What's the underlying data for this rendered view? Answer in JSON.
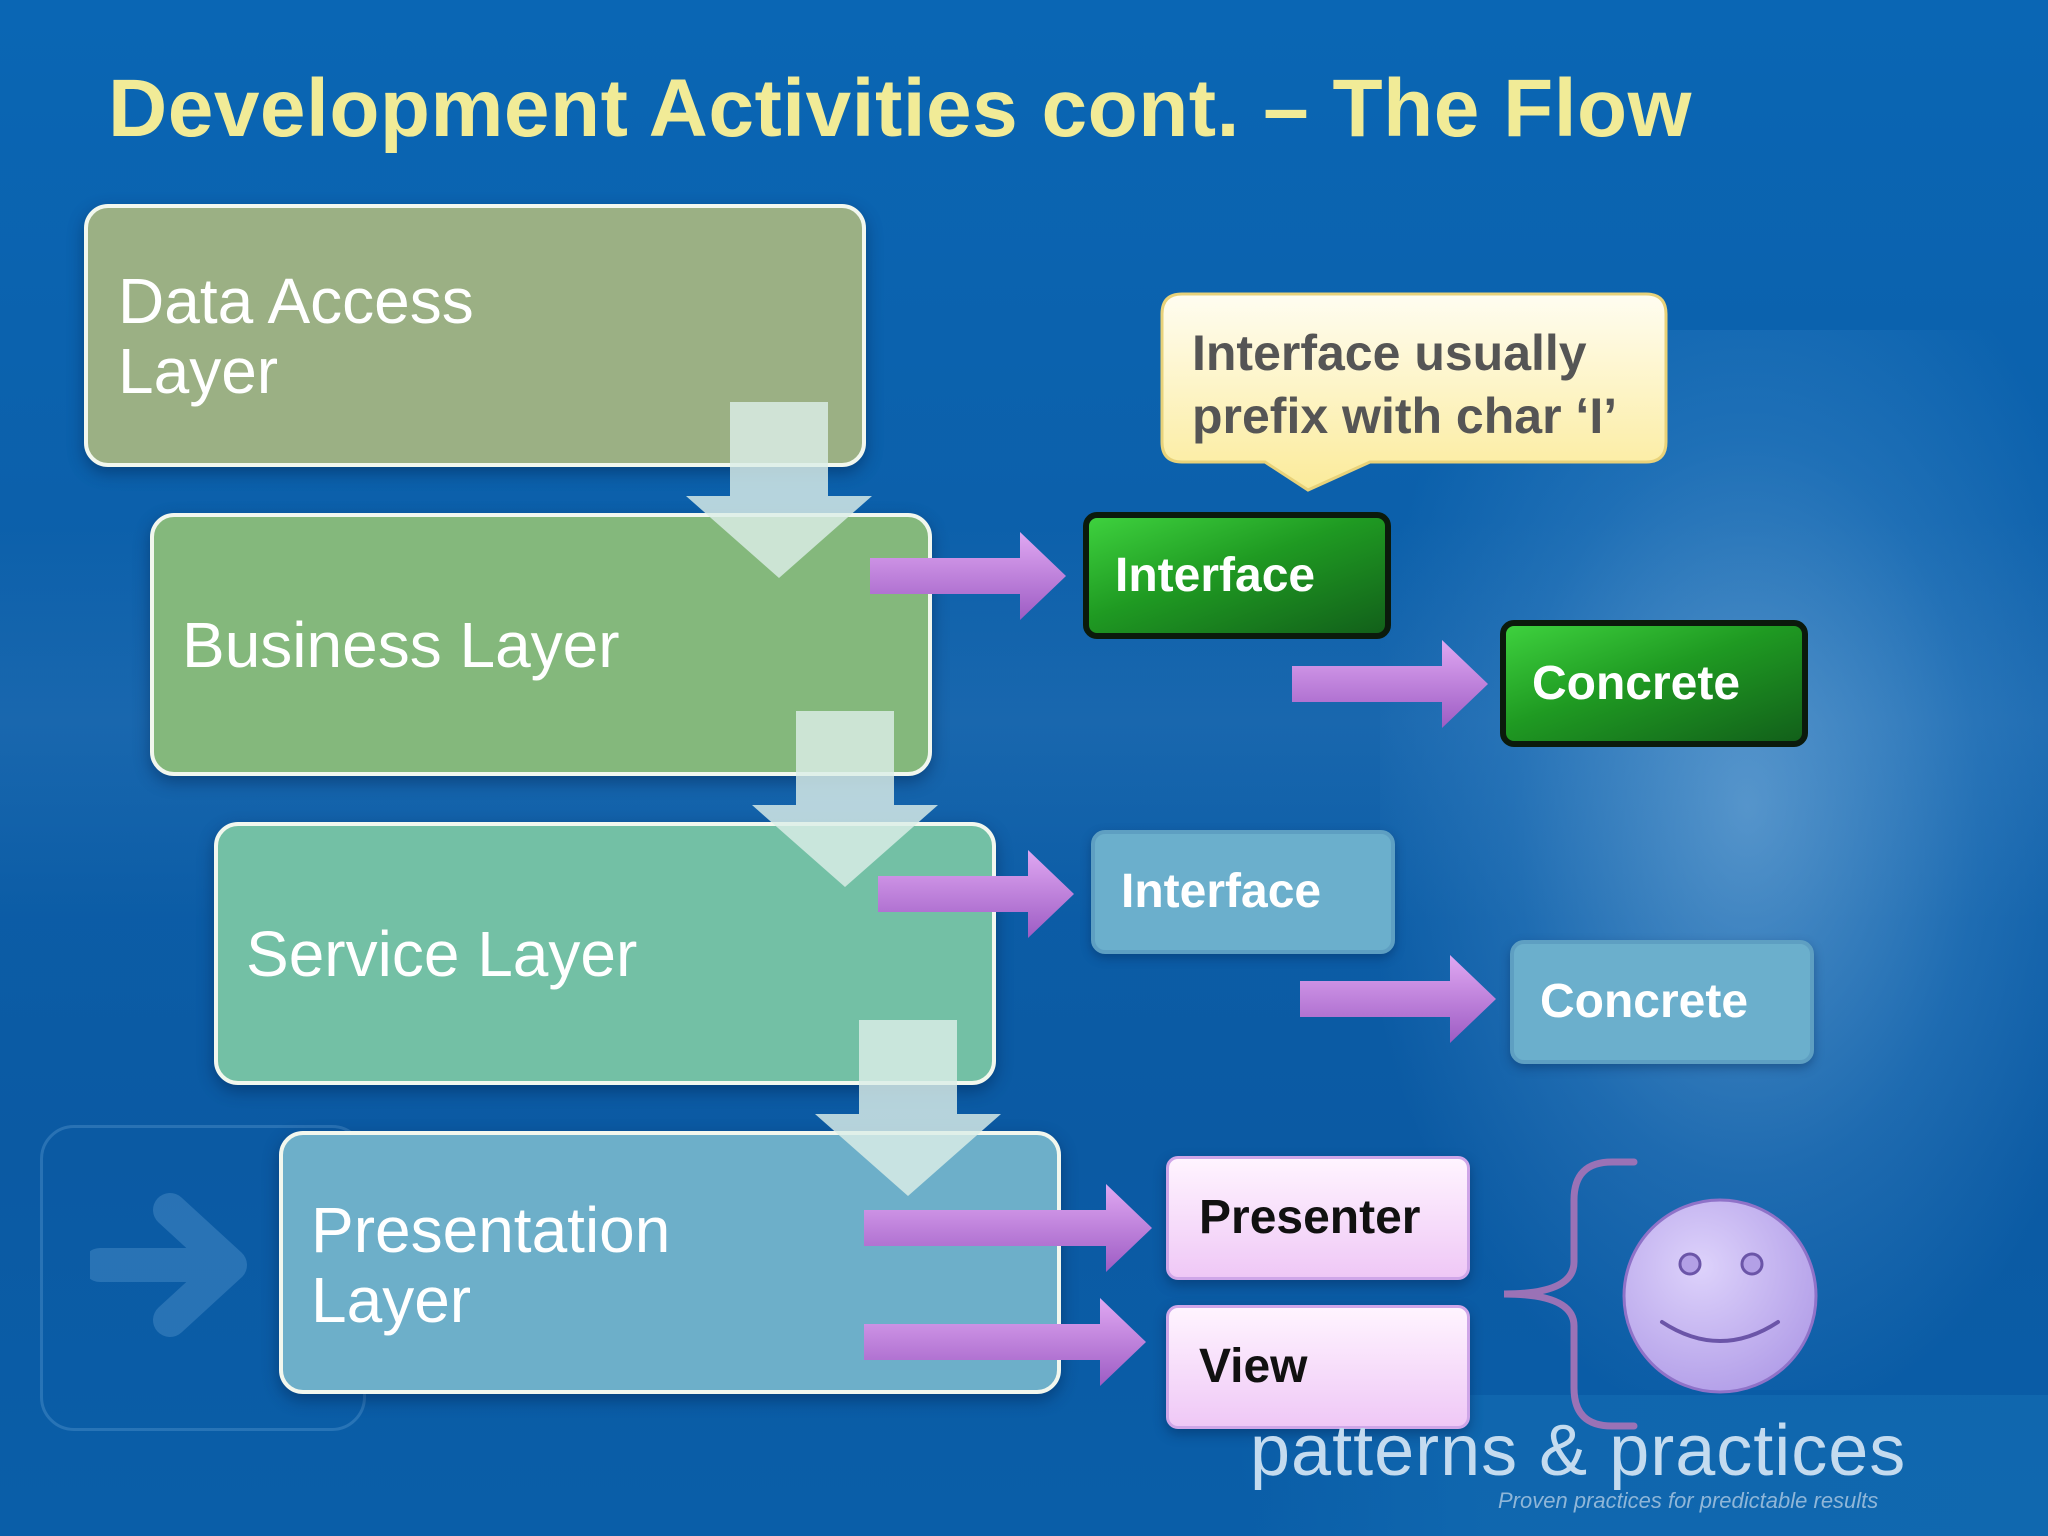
{
  "slide": {
    "title": "Development Activities cont. – The Flow"
  },
  "layers": {
    "data_access": "Data Access\nLayer",
    "business": "Business Layer",
    "service": "Service Layer",
    "presentation": "Presentation\nLayer"
  },
  "callout": {
    "text": "Interface usually prefix with char ‘I’"
  },
  "business_flow": {
    "interface_label": "Interface",
    "concrete_label": "Concrete"
  },
  "service_flow": {
    "interface_label": "Interface",
    "concrete_label": "Concrete"
  },
  "presentation_flow": {
    "presenter_label": "Presenter",
    "view_label": "View"
  },
  "brand": {
    "name": "patterns & practices",
    "tagline": "Proven practices for predictable results"
  },
  "colors": {
    "title": "#f1eb97",
    "data_access_layer": "#9bb084",
    "business_layer": "#84b87c",
    "service_layer": "#73c0a5",
    "presentation_layer": "#6dafc9",
    "arrow_violet": "#b070d0",
    "smiley_fill": "#c9b6f4"
  }
}
